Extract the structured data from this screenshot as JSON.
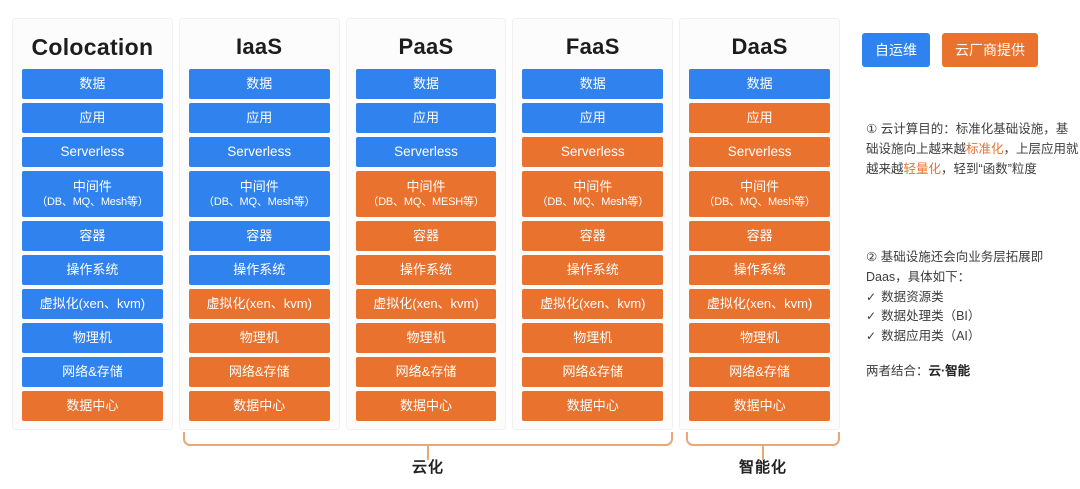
{
  "diagram": {
    "columns": [
      {
        "title": "Colocation",
        "title_size": "lg",
        "rows": [
          {
            "label": "数据",
            "sub": "",
            "color": "blue",
            "latin": false
          },
          {
            "label": "应用",
            "sub": "",
            "color": "blue",
            "latin": false
          },
          {
            "label": "Serverless",
            "sub": "",
            "color": "blue",
            "latin": true
          },
          {
            "label": "中间件",
            "sub": "（DB、MQ、Mesh等）",
            "color": "blue",
            "latin": false
          },
          {
            "label": "容器",
            "sub": "",
            "color": "blue",
            "latin": false
          },
          {
            "label": "操作系统",
            "sub": "",
            "color": "blue",
            "latin": false
          },
          {
            "label": "虚拟化(xen、kvm)",
            "sub": "",
            "color": "blue",
            "latin": false
          },
          {
            "label": "物理机",
            "sub": "",
            "color": "blue",
            "latin": false
          },
          {
            "label": "网络&存储",
            "sub": "",
            "color": "blue",
            "latin": false
          },
          {
            "label": "数据中心",
            "sub": "",
            "color": "orange",
            "latin": false
          }
        ]
      },
      {
        "title": "IaaS",
        "title_size": "md",
        "rows": [
          {
            "label": "数据",
            "sub": "",
            "color": "blue",
            "latin": false
          },
          {
            "label": "应用",
            "sub": "",
            "color": "blue",
            "latin": false
          },
          {
            "label": "Serverless",
            "sub": "",
            "color": "blue",
            "latin": true
          },
          {
            "label": "中间件",
            "sub": "（DB、MQ、Mesh等）",
            "color": "blue",
            "latin": false
          },
          {
            "label": "容器",
            "sub": "",
            "color": "blue",
            "latin": false
          },
          {
            "label": "操作系统",
            "sub": "",
            "color": "blue",
            "latin": false
          },
          {
            "label": "虚拟化(xen、kvm)",
            "sub": "",
            "color": "orange",
            "latin": false
          },
          {
            "label": "物理机",
            "sub": "",
            "color": "orange",
            "latin": false
          },
          {
            "label": "网络&存储",
            "sub": "",
            "color": "orange",
            "latin": false
          },
          {
            "label": "数据中心",
            "sub": "",
            "color": "orange",
            "latin": false
          }
        ]
      },
      {
        "title": "PaaS",
        "title_size": "md",
        "rows": [
          {
            "label": "数据",
            "sub": "",
            "color": "blue",
            "latin": false
          },
          {
            "label": "应用",
            "sub": "",
            "color": "blue",
            "latin": false
          },
          {
            "label": "Serverless",
            "sub": "",
            "color": "blue",
            "latin": true
          },
          {
            "label": "中间件",
            "sub": "（DB、MQ、MESH等）",
            "color": "orange",
            "latin": false
          },
          {
            "label": "容器",
            "sub": "",
            "color": "orange",
            "latin": false
          },
          {
            "label": "操作系统",
            "sub": "",
            "color": "orange",
            "latin": false
          },
          {
            "label": "虚拟化(xen、kvm)",
            "sub": "",
            "color": "orange",
            "latin": false
          },
          {
            "label": "物理机",
            "sub": "",
            "color": "orange",
            "latin": false
          },
          {
            "label": "网络&存储",
            "sub": "",
            "color": "orange",
            "latin": false
          },
          {
            "label": "数据中心",
            "sub": "",
            "color": "orange",
            "latin": false
          }
        ]
      },
      {
        "title": "FaaS",
        "title_size": "md",
        "rows": [
          {
            "label": "数据",
            "sub": "",
            "color": "blue",
            "latin": false
          },
          {
            "label": "应用",
            "sub": "",
            "color": "blue",
            "latin": false
          },
          {
            "label": "Serverless",
            "sub": "",
            "color": "orange",
            "latin": true
          },
          {
            "label": "中间件",
            "sub": "（DB、MQ、Mesh等）",
            "color": "orange",
            "latin": false
          },
          {
            "label": "容器",
            "sub": "",
            "color": "orange",
            "latin": false
          },
          {
            "label": "操作系统",
            "sub": "",
            "color": "orange",
            "latin": false
          },
          {
            "label": "虚拟化(xen、kvm)",
            "sub": "",
            "color": "orange",
            "latin": false
          },
          {
            "label": "物理机",
            "sub": "",
            "color": "orange",
            "latin": false
          },
          {
            "label": "网络&存储",
            "sub": "",
            "color": "orange",
            "latin": false
          },
          {
            "label": "数据中心",
            "sub": "",
            "color": "orange",
            "latin": false
          }
        ]
      },
      {
        "title": "DaaS",
        "title_size": "md",
        "rows": [
          {
            "label": "数据",
            "sub": "",
            "color": "blue",
            "latin": false
          },
          {
            "label": "应用",
            "sub": "",
            "color": "orange",
            "latin": false
          },
          {
            "label": "Serverless",
            "sub": "",
            "color": "orange",
            "latin": true
          },
          {
            "label": "中间件",
            "sub": "（DB、MQ、Mesh等）",
            "color": "orange",
            "latin": false
          },
          {
            "label": "容器",
            "sub": "",
            "color": "orange",
            "latin": false
          },
          {
            "label": "操作系统",
            "sub": "",
            "color": "orange",
            "latin": false
          },
          {
            "label": "虚拟化(xen、kvm)",
            "sub": "",
            "color": "orange",
            "latin": false
          },
          {
            "label": "物理机",
            "sub": "",
            "color": "orange",
            "latin": false
          },
          {
            "label": "网络&存储",
            "sub": "",
            "color": "orange",
            "latin": false
          },
          {
            "label": "数据中心",
            "sub": "",
            "color": "orange",
            "latin": false
          }
        ]
      }
    ],
    "brackets": [
      {
        "label": "云化"
      },
      {
        "label": "智能化"
      }
    ]
  },
  "legend": {
    "self_managed": "自运维",
    "cloud_provided": "云厂商提供"
  },
  "notes": {
    "note1": {
      "marker": "①",
      "part1": " 云计算目的：标准化基础设施，基础设施向上越来越",
      "hl1": "标准化",
      "part2": "，上层应用就越来越",
      "hl2": "轻量化",
      "part3": "，轻到“函数”粒度"
    },
    "note2": {
      "marker": "②",
      "lead": " 基础设施还会向业务层拓展即Daas，具体如下：",
      "items": [
        "数据资源类",
        "数据处理类（BI）",
        "数据应用类（AI）"
      ],
      "tick": "✓"
    },
    "note3": {
      "prefix": "两者结合：",
      "strong": "云·智能"
    }
  },
  "colors": {
    "blue": "#3083ef",
    "orange": "#e8722e",
    "bracket": "#eaa877",
    "text": "#3d3d40"
  }
}
